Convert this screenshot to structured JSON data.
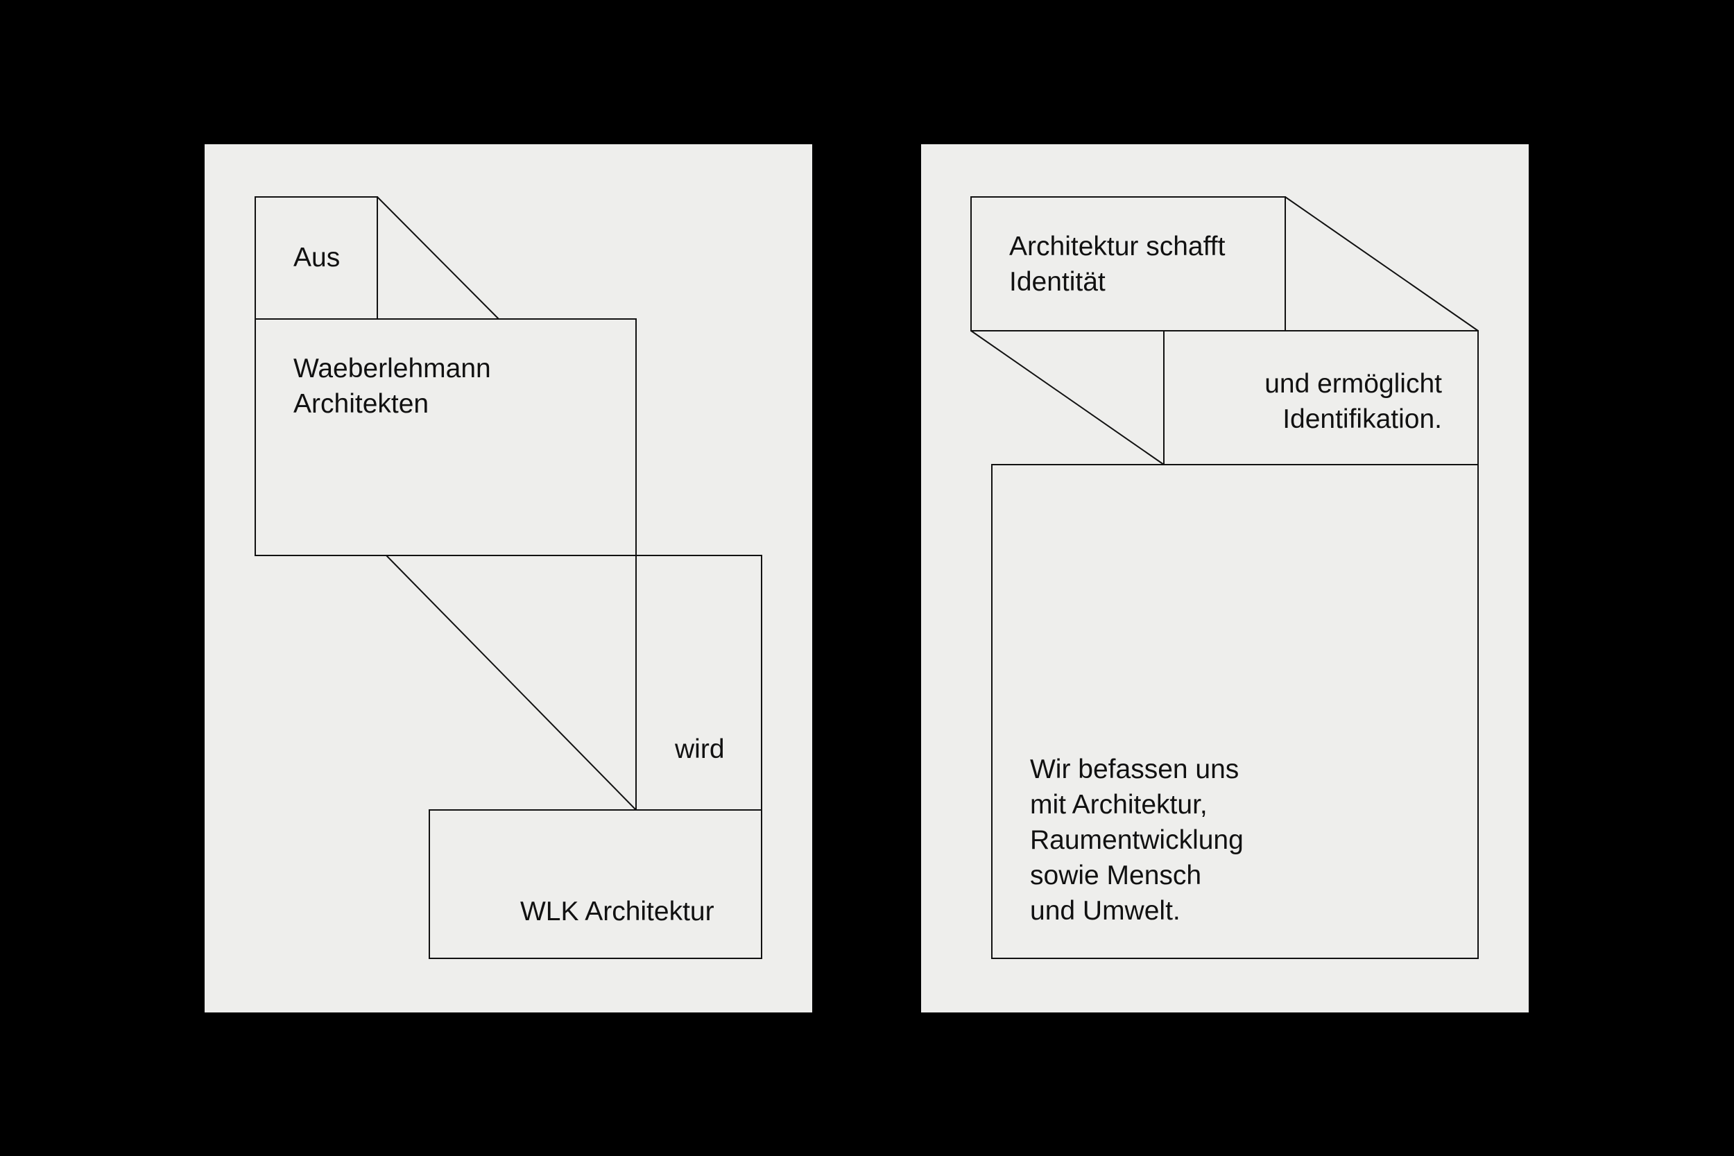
{
  "colors": {
    "background": "#000000",
    "card": "#eeeeec",
    "ink": "#111111"
  },
  "left_card": {
    "aus": "Aus",
    "firm_name": "Waeberlehmann\nArchitekten",
    "wird": "wird",
    "new_name": "WLK Architektur"
  },
  "right_card": {
    "headline": "Architektur schafft\nIdentität",
    "subline": "und ermöglicht\nIdentifikation.",
    "body": "Wir befassen uns\nmit Architektur,\nRaumentwicklung\nsowie Mensch\nund Umwelt."
  }
}
